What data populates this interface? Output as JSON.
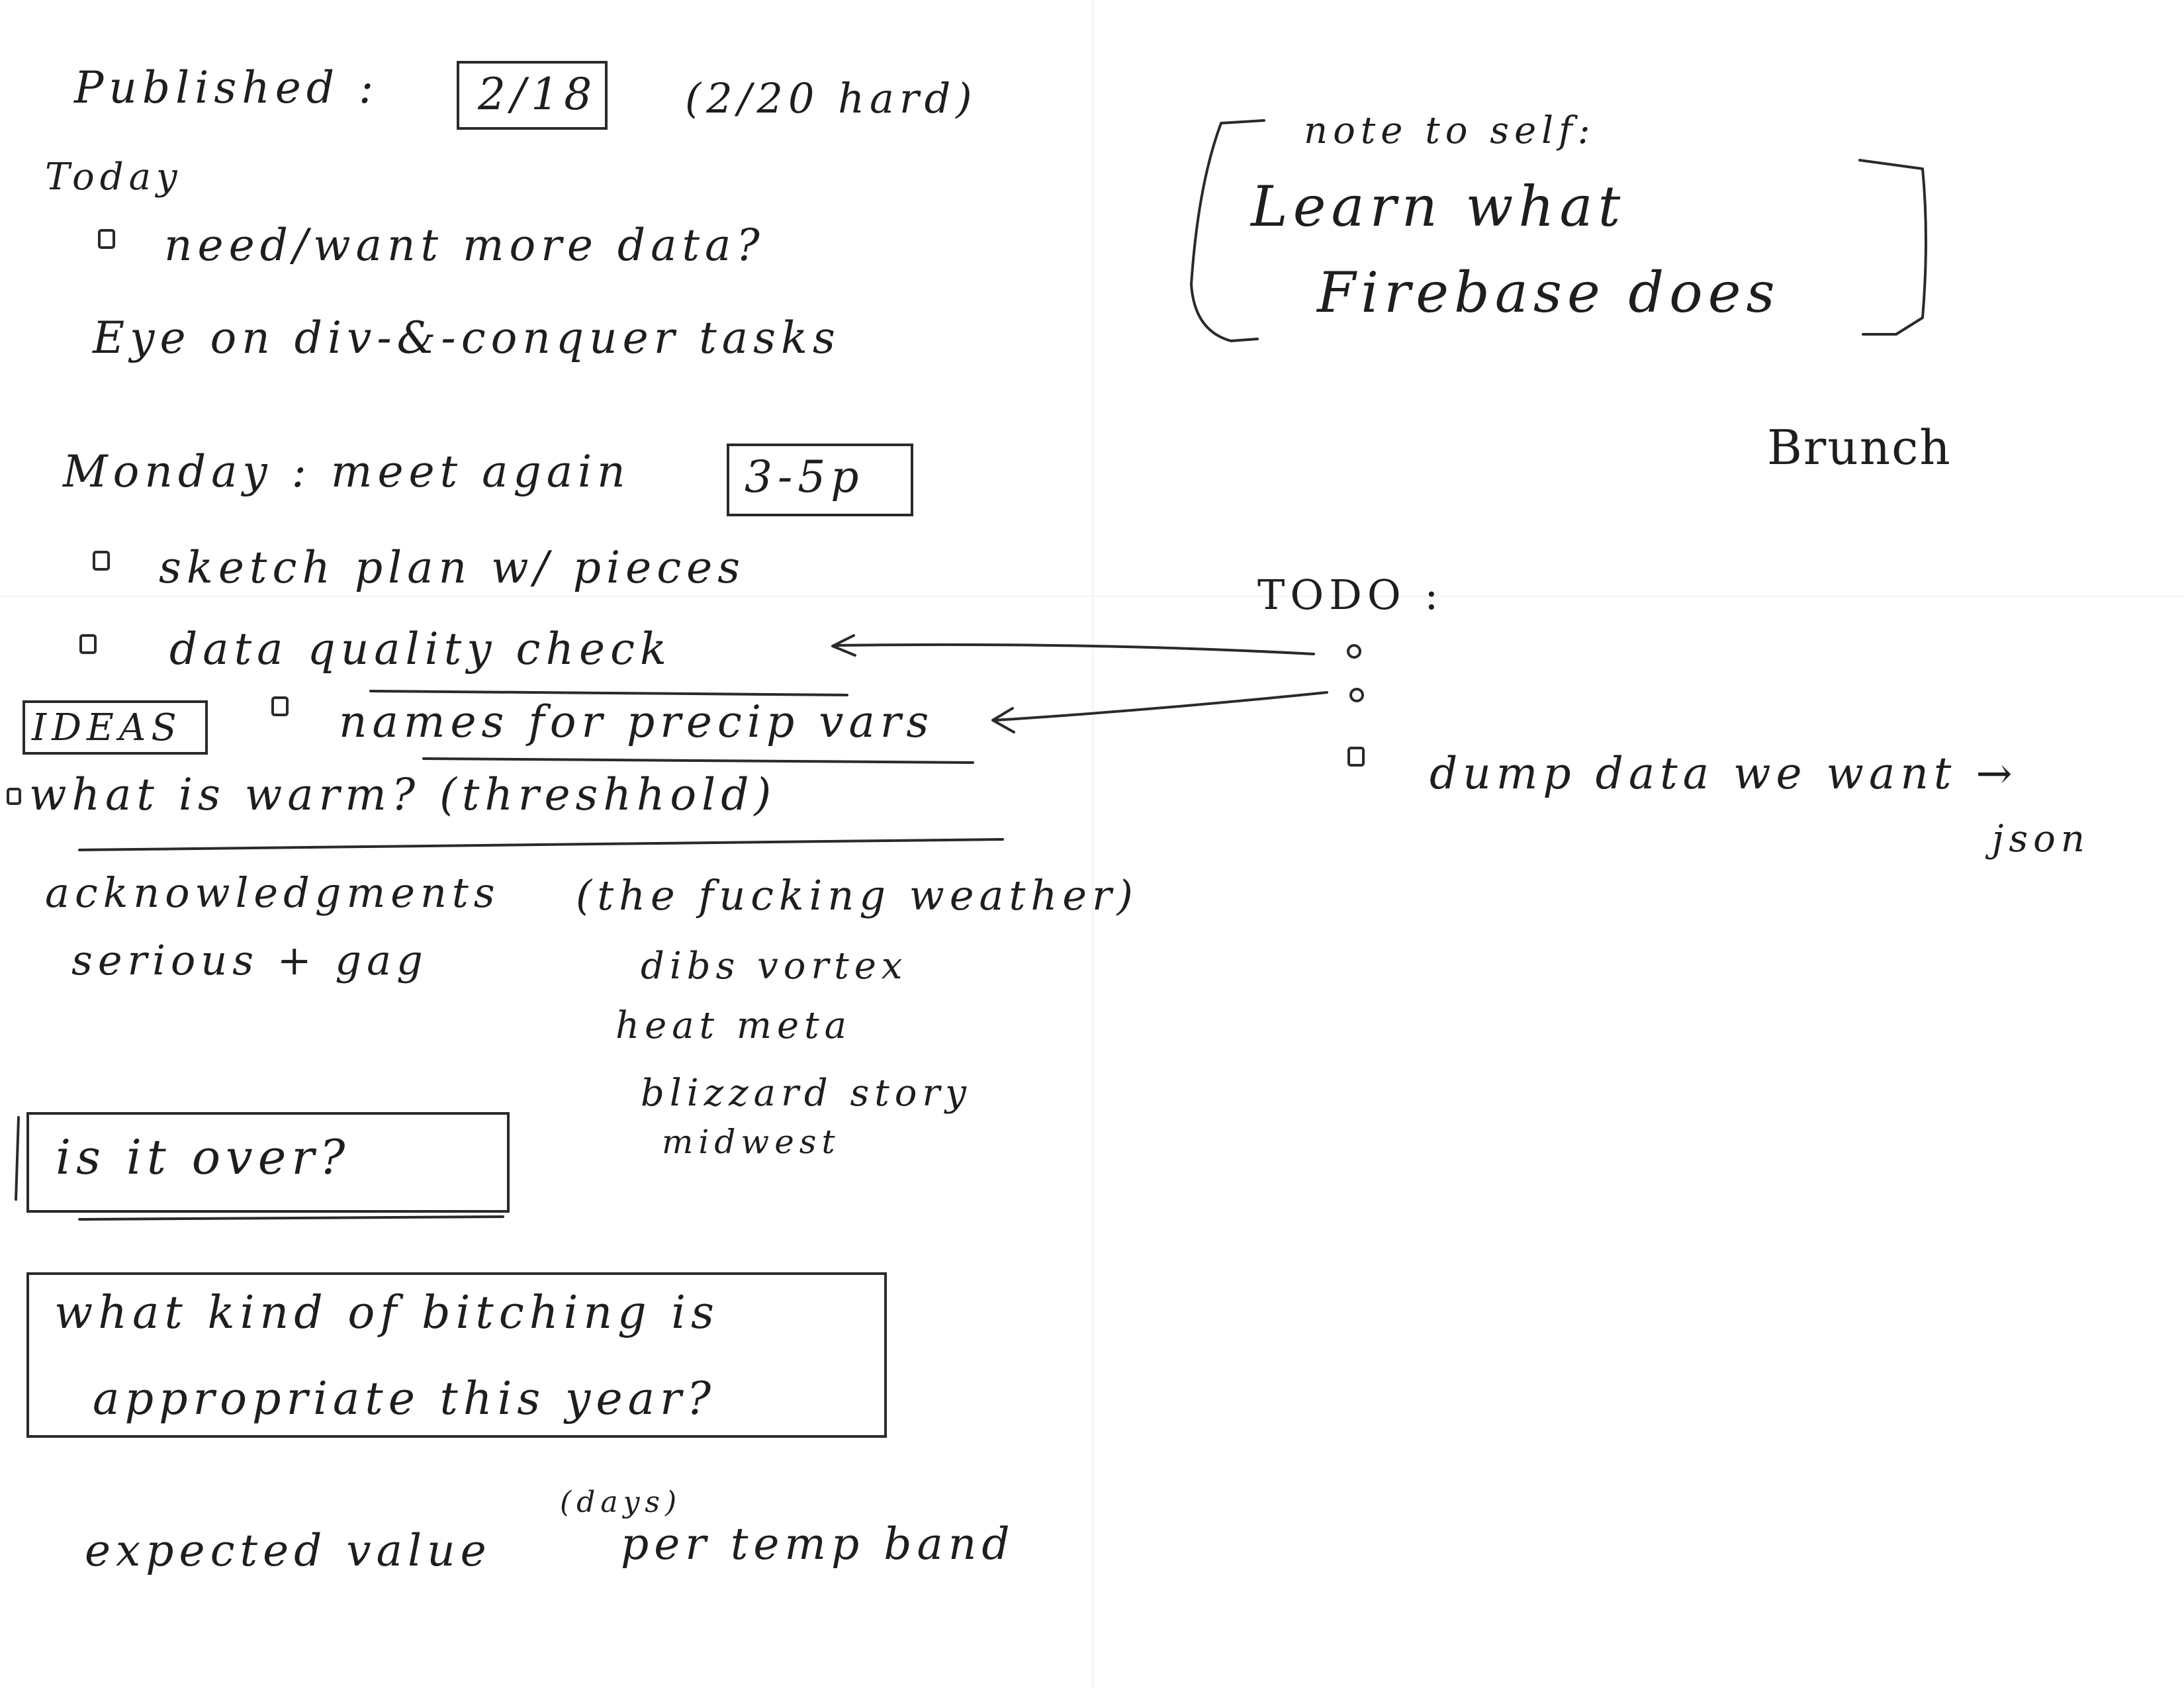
{
  "left": {
    "published": {
      "label": "Published :",
      "date": "2/18",
      "hard_date": "(2/20 hard)"
    },
    "today": {
      "heading": "Today",
      "items": [
        "need/want more data?",
        "Eye on div-&-conquer tasks"
      ]
    },
    "monday": {
      "label": "Monday : meet again",
      "time": "3-5p",
      "items": [
        "sketch plan w/ pieces",
        "data quality check",
        "names for precip vars"
      ]
    },
    "ideas_tag": "IDEAS",
    "warm_item": "what is warm? (threshhold)",
    "acknowledgements": {
      "text": "acknowledgments",
      "aside": "(the fucking weather)"
    },
    "serious_gag": "serious + gag",
    "topics": [
      "dibs vortex",
      "heat meta",
      "blizzard story",
      "midwest"
    ],
    "is_it_over": "is it over?",
    "bitching_box": [
      "what kind of bitching is",
      "appropriate this year?"
    ],
    "expected_value": {
      "prefix": "expected value",
      "superscript": "(days)",
      "suffix": "per temp band"
    }
  },
  "right": {
    "note": {
      "lead": "note to self:",
      "line1": "Learn what",
      "line2": "Firebase does"
    },
    "brunch": "Brunch",
    "todo": {
      "heading": "TODO :",
      "items": [
        "dump data we want →",
        "json"
      ]
    }
  }
}
